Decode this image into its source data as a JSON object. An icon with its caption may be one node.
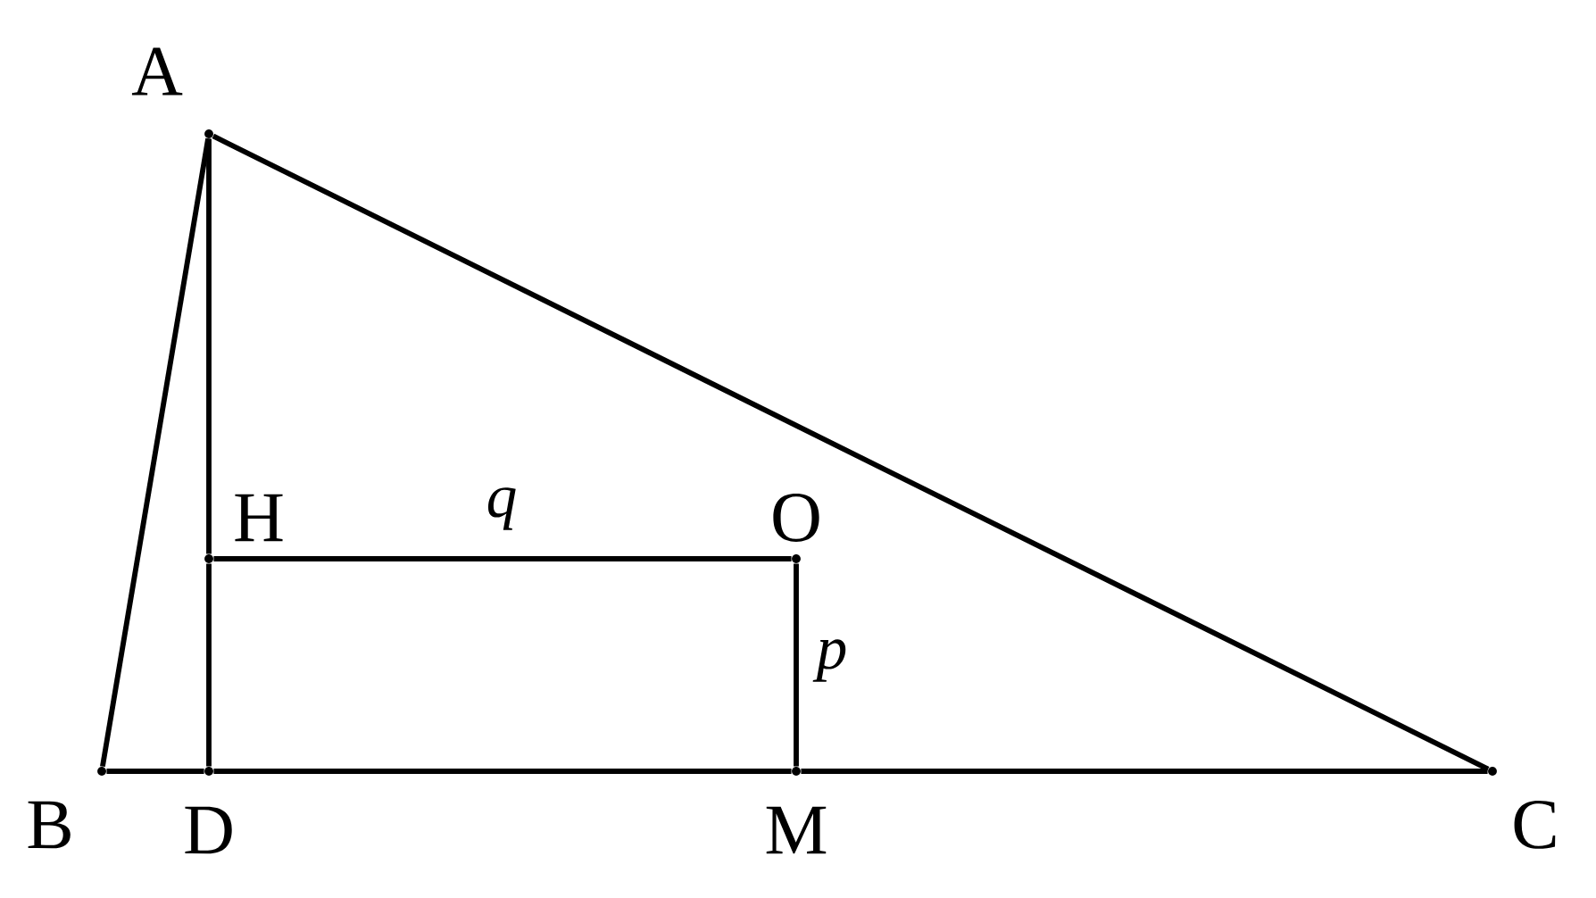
{
  "diagram": {
    "nodes": [
      {
        "text": [
          "A"
        ]
      },
      {
        "text": [
          "B"
        ]
      },
      {
        "text": [
          "C"
        ]
      },
      {
        "text": [
          "D"
        ]
      },
      {
        "text": [
          "M"
        ]
      },
      {
        "text": [
          "H"
        ]
      },
      {
        "text": [
          "O"
        ]
      }
    ],
    "edges": [
      {
        "from": 0,
        "to": 1,
        "arrow": "none"
      },
      {
        "from": 0,
        "to": 2,
        "arrow": "none"
      },
      {
        "from": 1,
        "to": 3,
        "arrow": "none"
      },
      {
        "from": 3,
        "to": 4,
        "arrow": "none"
      },
      {
        "from": 4,
        "to": 2,
        "arrow": "none"
      },
      {
        "from": 0,
        "to": 5,
        "arrow": "none"
      },
      {
        "from": 5,
        "to": 3,
        "arrow": "none"
      },
      {
        "from": 5,
        "to": 6,
        "arrow": "none",
        "label": "q"
      },
      {
        "from": 6,
        "to": 4,
        "arrow": "none",
        "label": "p"
      }
    ]
  }
}
